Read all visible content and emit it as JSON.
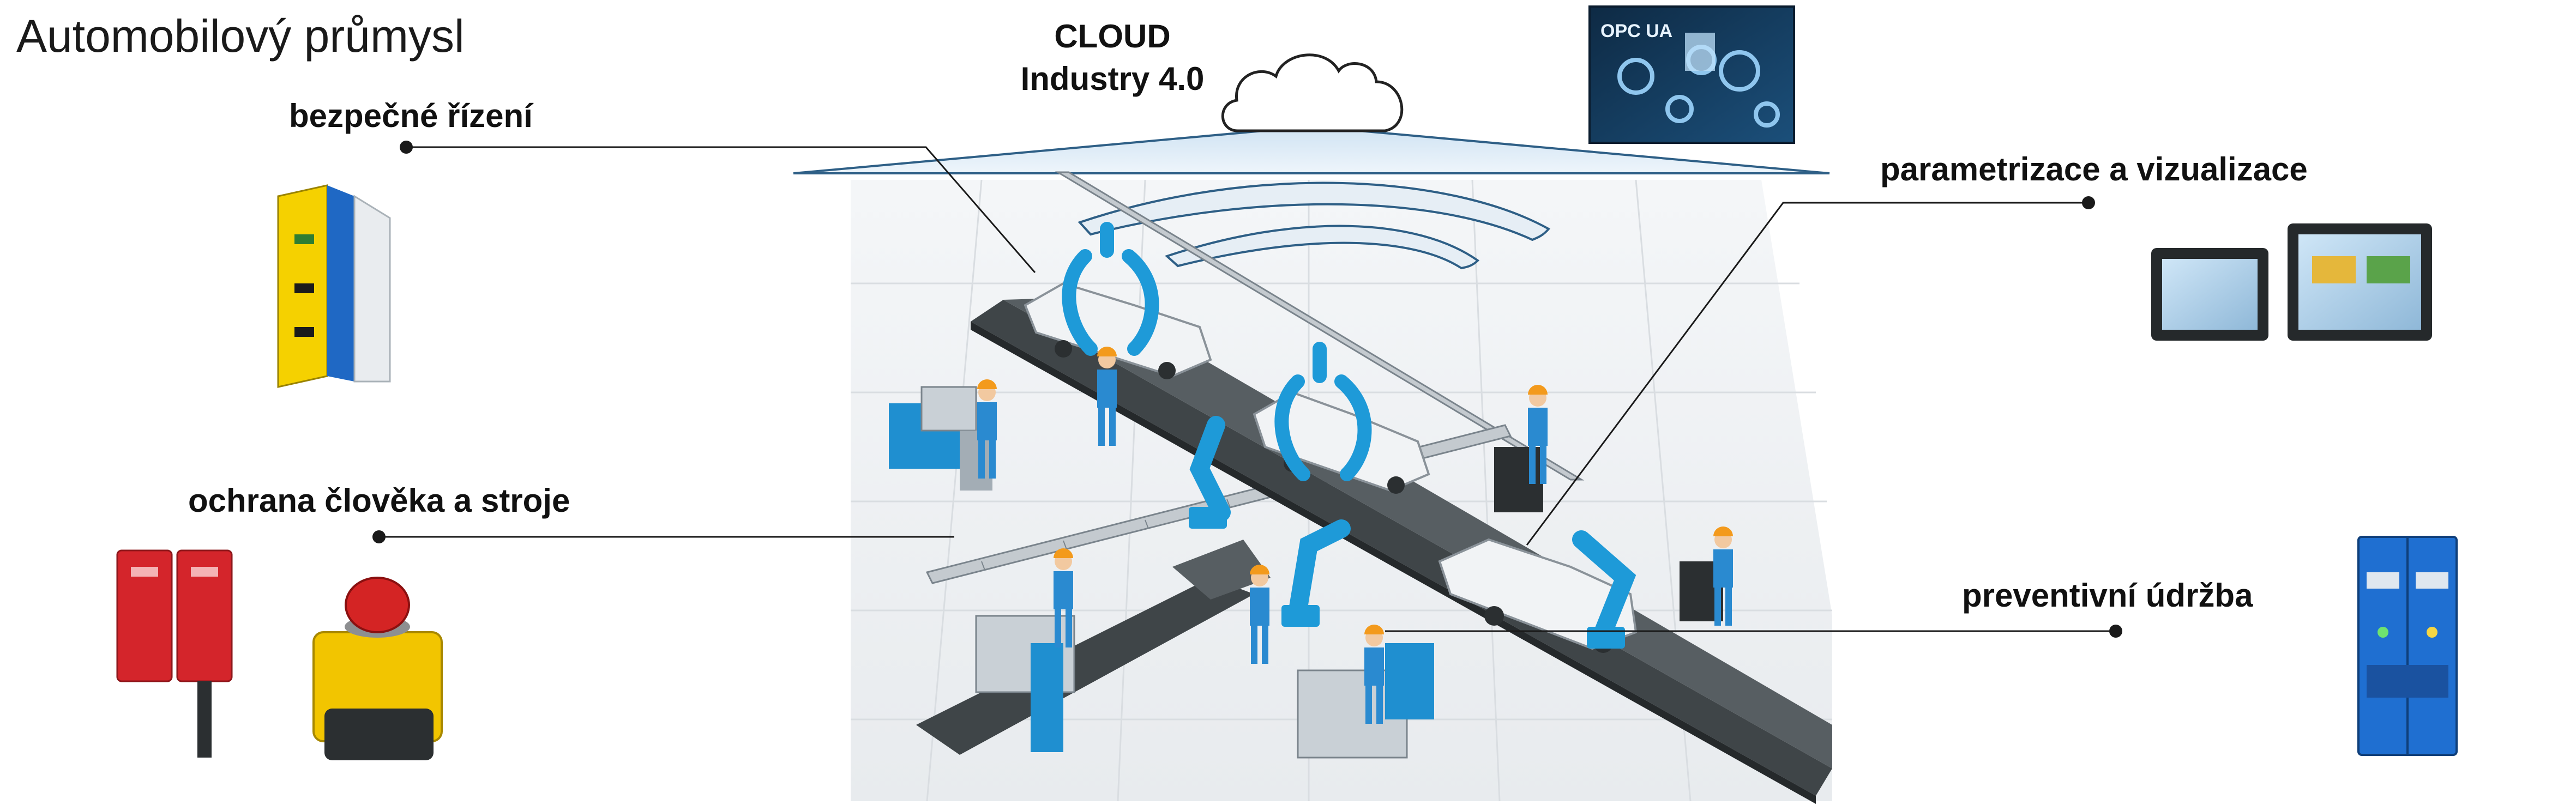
{
  "title": "Automobilový průmysl",
  "cloud": {
    "line1": "CLOUD",
    "line2": "Industry 4.0",
    "icon": "cloud-icon"
  },
  "opc_badge": {
    "label": "OPC UA",
    "icon": "opc-ua-gear-panel-icon"
  },
  "labels": {
    "safety_control": "bezpečné řízení",
    "human_machine_protection": "ochrana člověka a stroje",
    "parametrization": "parametrizace a vizualizace",
    "predictive_maintenance": "preventivní údržba"
  },
  "devices": {
    "safety_relay": "safety-relay-icon",
    "safety_sensors": "magnetic-safety-sensor-icon",
    "emergency_stop": "emergency-stop-button-icon",
    "hmi_panels": "hmi-touch-panel-icon",
    "maintenance_module": "monitoring-relay-icon"
  },
  "colors": {
    "line": "#1a1a1a",
    "cloud_beam": "#dbe9f4",
    "cloud_outline": "#2e5f86",
    "robot_blue": "#1e9ad8",
    "worker_orange": "#f39a1c",
    "conveyor": "#3f4548",
    "relay_yellow": "#f5d100",
    "relay_blue": "#1f68c4",
    "sensor_red": "#d4252b",
    "estop_yellow": "#f2c500",
    "estop_red": "#d42424"
  }
}
